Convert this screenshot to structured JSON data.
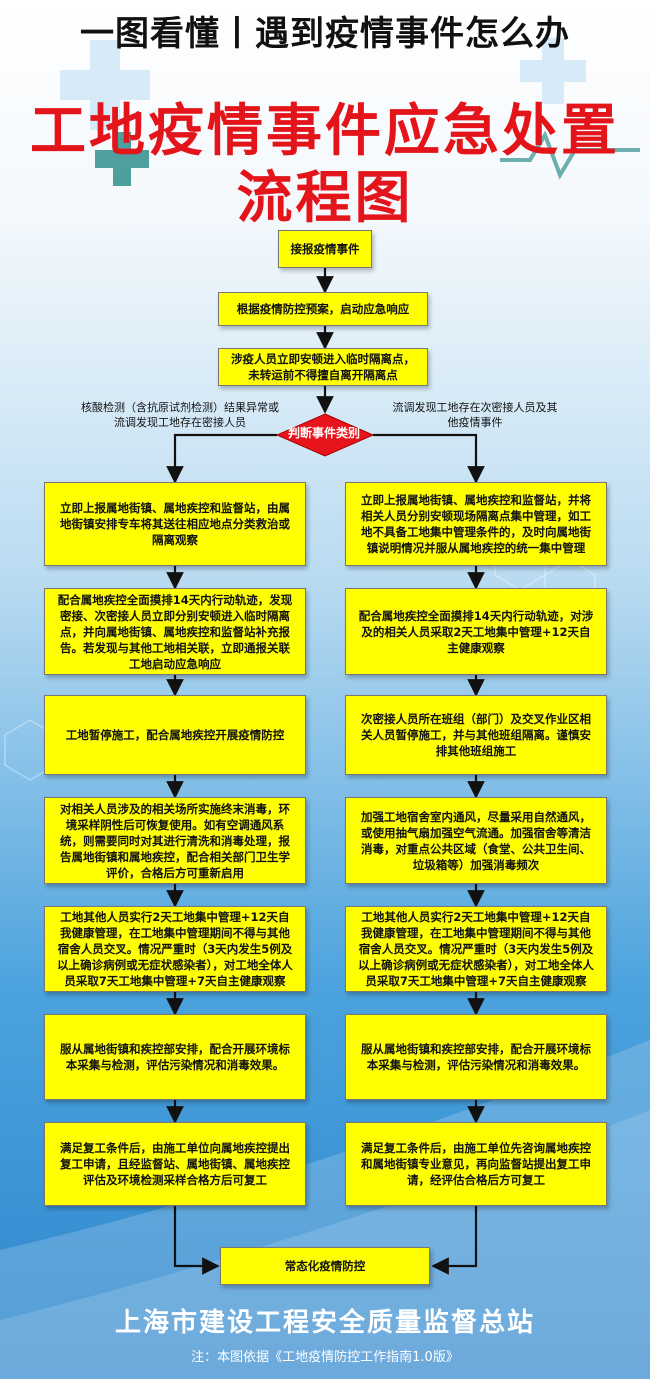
{
  "header": {
    "top_title": "一图看懂丨遇到疫情事件怎么办",
    "title_line1": "工地疫情事件应急处置",
    "title_line2": "流程图"
  },
  "flow": {
    "start": "接报疫情事件",
    "step1": "根据疫情防控预案，启动应急响应",
    "step2": "涉疫人员立即安顿进入临时隔离点，未转运前不得擅自离开隔离点",
    "decision": "判断事件类别",
    "left_condition": "核酸检测（含抗原试剂检测）结果异常或流调发现工地存在密接人员",
    "right_condition": "流调发现工地存在次密接人员及其他疫情事件",
    "left_steps": [
      "立即上报属地街镇、属地疾控和监督站，由属地街镇安排专车将其送往相应地点分类救治或隔离观察",
      "配合属地疾控全面摸排14天内行动轨迹，发现密接、次密接人员立即分别安顿进入临时隔离点，并向属地街镇、属地疾控和监督站补充报告。若发现与其他工地相关联，立即通报关联工地启动应急响应",
      "工地暂停施工，配合属地疾控开展疫情防控",
      "对相关人员涉及的相关场所实施终末消毒，环境采样阴性后可恢复使用。如有空调通风系统，则需要同时对其进行清洗和消毒处理，报告属地街镇和属地疾控，配合相关部门卫生学评价，合格后方可重新启用",
      "工地其他人员实行2天工地集中管理+12天自我健康管理，在工地集中管理期间不得与其他宿舍人员交叉。情况严重时（3天内发生5例及以上确诊病例或无症状感染者），对工地全体人员采取7天工地集中管理+7天自主健康观察",
      "服从属地街镇和疾控部安排，配合开展环境标本采集与检测，评估污染情况和消毒效果。",
      "满足复工条件后，由施工单位向属地疾控提出复工申请，且经监督站、属地街镇、属地疾控评估及环境检测采样合格方后可复工"
    ],
    "right_steps": [
      "立即上报属地街镇、属地疾控和监督站，并将相关人员分别安顿现场隔离点集中管理，如工地不具备工地集中管理条件的，及时向属地街镇说明情况并服从属地疾控的统一集中管理",
      "配合属地疾控全面摸排14天内行动轨迹，对涉及的相关人员采取2天工地集中管理+12天自主健康观察",
      "次密接人员所在班组（部门）及交叉作业区相关人员暂停施工，并与其他班组隔离。谨慎安排其他班组施工",
      "加强工地宿舍室内通风，尽量采用自然通风，或使用抽气扇加强空气流通。加强宿舍等清洁消毒，对重点公共区域（食堂、公共卫生间、垃圾箱等）加强消毒频次",
      "工地其他人员实行2天工地集中管理+12天自我健康管理，在工地集中管理期间不得与其他宿舍人员交叉。情况严重时（3天内发生5例及以上确诊病例或无症状感染者），对工地全体人员采取7天工地集中管理+7天自主健康观察",
      "服从属地街镇和疾控部安排，配合开展环境标本采集与检测，评估污染情况和消毒效果。",
      "满足复工条件后，由施工单位先咨询属地疾控和属地街镇专业意见，再向监督站提出复工申请，经评估合格后方可复工"
    ],
    "end": "常态化疫情防控"
  },
  "footer": {
    "organization": "上海市建设工程安全质量监督总站",
    "note": "注：本图依据《工地疫情防控工作指南1.0版》"
  },
  "colors": {
    "box_fill": "#ffff00",
    "title_red": "#e4141b",
    "decision_red": "#e8141b"
  }
}
